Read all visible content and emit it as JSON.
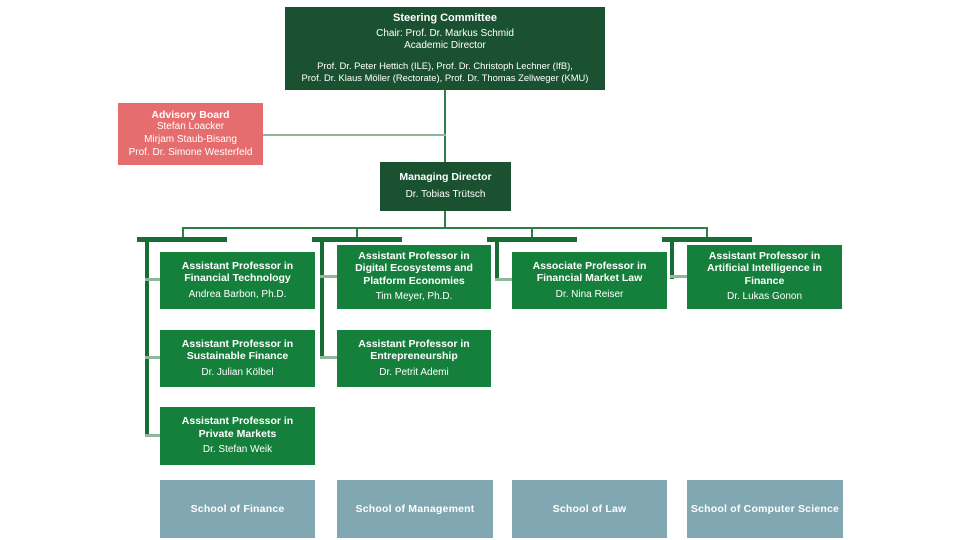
{
  "org_chart": {
    "steering_committee": {
      "title": "Steering Committee",
      "chair_line": "Chair: Prof. Dr. Markus Schmid",
      "role_line": "Academic Director",
      "members_line1": "Prof. Dr. Peter Hettich (ILE), Prof. Dr. Christoph Lechner (IfB),",
      "members_line2": "Prof. Dr. Klaus Möller  (Rectorate), Prof. Dr. Thomas Zellweger (KMU)"
    },
    "advisory_board": {
      "title": "Advisory Board",
      "members": [
        "Stefan Loacker",
        "Mirjam Staub-Bisang",
        "Prof. Dr. Simone Westerfeld"
      ]
    },
    "managing_director": {
      "title": "Managing Director",
      "name": "Dr. Tobias Trütsch"
    },
    "professors": [
      {
        "title": "Assistant Professor in Financial Technology",
        "name": "Andrea Barbon, Ph.D."
      },
      {
        "title": "Assistant Professor in Digital Ecosystems and Platform Economies",
        "name": "Tim Meyer, Ph.D."
      },
      {
        "title": "Associate Professor in Financial Market Law",
        "name": "Dr. Nina Reiser"
      },
      {
        "title": "Assistant Professor in Artificial Intelligence in Finance",
        "name": "Dr. Lukas Gonon"
      },
      {
        "title": "Assistant Professor in Sustainable Finance",
        "name": "Dr. Julian Kölbel"
      },
      {
        "title": "Assistant Professor in Entrepreneurship",
        "name": "Dr. Petrit Ademi"
      },
      {
        "title": "Assistant Professor in Private Markets",
        "name": "Dr. Stefan Weik"
      }
    ],
    "schools": [
      "School of Finance",
      "School of Management",
      "School of Law",
      "School of Computer Science"
    ],
    "colors": {
      "committee_dark_green": "#1a5130",
      "professor_green": "#15803b",
      "advisory_salmon": "#e66d6d",
      "school_blue_gray": "#81a7b2",
      "connector_green": "#2f8048",
      "branch_green": "#156f34",
      "stub_light_green": "#8fb79a"
    }
  }
}
